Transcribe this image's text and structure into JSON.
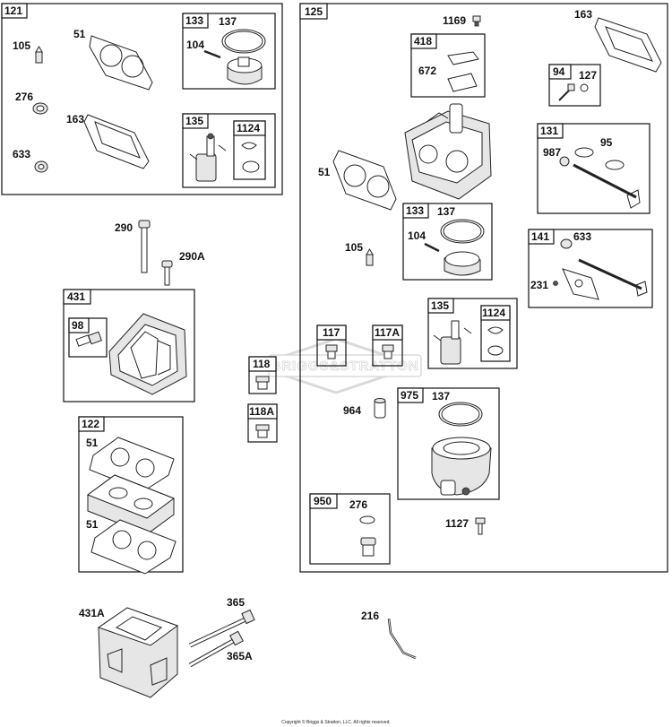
{
  "diagram": {
    "copyright": "Copyright © Briggs & Stratton, LLC. All rights reserved.",
    "watermark": "BRIGGS&STRATTON",
    "group_tags": {
      "g121": "121",
      "g133a": "133",
      "g135a": "135",
      "g1124a": "1124",
      "g125": "125",
      "g418": "418",
      "g94": "94",
      "g131": "131",
      "g141": "141",
      "g133b": "133",
      "g135b": "135",
      "g1124b": "1124",
      "g117": "117",
      "g117a": "117A",
      "g975": "975",
      "g950": "950",
      "g431": "431",
      "g98": "98",
      "g118": "118",
      "g118a": "118A",
      "g122": "122"
    },
    "labels": {
      "l105a": "105",
      "l51a": "51",
      "l137a": "137",
      "l104a": "104",
      "l276a": "276",
      "l163a": "163",
      "l633a": "633",
      "l1169": "1169",
      "l163b": "163",
      "l672": "672",
      "l127": "127",
      "l987": "987",
      "l95": "95",
      "l51b": "51",
      "l137b": "137",
      "l104b": "104",
      "l105b": "105",
      "l633b": "633",
      "l231": "231",
      "l137c": "137",
      "l964": "964",
      "l276b": "276",
      "l1127": "1127",
      "l290": "290",
      "l290a": "290A",
      "l51c": "51",
      "l51d": "51",
      "l431a": "431A",
      "l365": "365",
      "l365a": "365A",
      "l216": "216"
    }
  }
}
